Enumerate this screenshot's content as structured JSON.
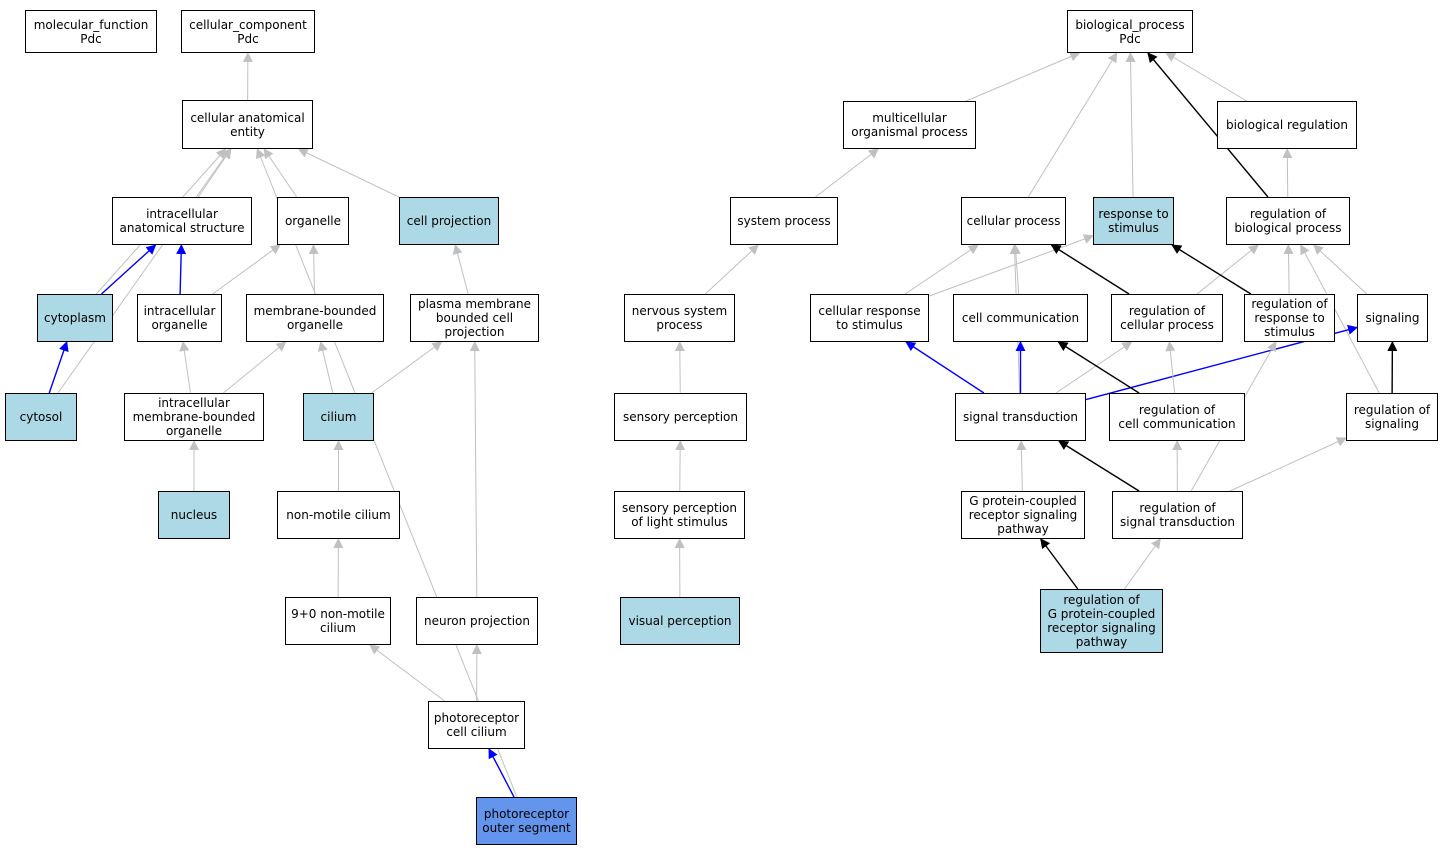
{
  "colors": {
    "plain": "#ffffff",
    "highlighted": "#add8e6",
    "focus": "#6495ed",
    "edge_gray": "#c0c0c0",
    "edge_black": "#000000",
    "edge_blue": "#0000ff"
  },
  "nodes": [
    {
      "id": "molecular_function",
      "label": "molecular_function\nPdc",
      "fill": "plain"
    },
    {
      "id": "cellular_component",
      "label": "cellular_component\nPdc",
      "fill": "plain"
    },
    {
      "id": "biological_process",
      "label": "biological_process\nPdc",
      "fill": "plain"
    },
    {
      "id": "cellular_anatomical_entity",
      "label": "cellular anatomical\nentity",
      "fill": "plain"
    },
    {
      "id": "multicellular_organismal_process",
      "label": "multicellular\norganismal process",
      "fill": "plain"
    },
    {
      "id": "biological_regulation",
      "label": "biological regulation",
      "fill": "plain"
    },
    {
      "id": "intracellular_anatomical_structure",
      "label": "intracellular\nanatomical structure",
      "fill": "plain"
    },
    {
      "id": "organelle",
      "label": "organelle",
      "fill": "plain"
    },
    {
      "id": "cell_projection",
      "label": "cell projection",
      "fill": "highlighted"
    },
    {
      "id": "system_process",
      "label": "system process",
      "fill": "plain"
    },
    {
      "id": "cellular_process",
      "label": "cellular process",
      "fill": "plain"
    },
    {
      "id": "response_to_stimulus",
      "label": "response to\nstimulus",
      "fill": "highlighted"
    },
    {
      "id": "regulation_of_biological_process",
      "label": "regulation of\nbiological process",
      "fill": "plain"
    },
    {
      "id": "cytoplasm",
      "label": "cytoplasm",
      "fill": "highlighted"
    },
    {
      "id": "intracellular_organelle",
      "label": "intracellular\norganelle",
      "fill": "plain"
    },
    {
      "id": "membrane_bounded_organelle",
      "label": "membrane-bounded\norganelle",
      "fill": "plain"
    },
    {
      "id": "plasma_membrane_bounded_cell_projection",
      "label": "plasma membrane\nbounded cell\nprojection",
      "fill": "plain"
    },
    {
      "id": "nervous_system_process",
      "label": "nervous system\nprocess",
      "fill": "plain"
    },
    {
      "id": "cellular_response_to_stimulus",
      "label": "cellular response\nto stimulus",
      "fill": "plain"
    },
    {
      "id": "cell_communication",
      "label": "cell communication",
      "fill": "plain"
    },
    {
      "id": "regulation_of_cellular_process",
      "label": "regulation of\ncellular process",
      "fill": "plain"
    },
    {
      "id": "regulation_of_response_to_stimulus",
      "label": "regulation of\nresponse to\nstimulus",
      "fill": "plain"
    },
    {
      "id": "signaling",
      "label": "signaling",
      "fill": "plain"
    },
    {
      "id": "cytosol",
      "label": "cytosol",
      "fill": "highlighted"
    },
    {
      "id": "intracellular_membrane_bounded_organelle",
      "label": "intracellular\nmembrane-bounded\norganelle",
      "fill": "plain"
    },
    {
      "id": "cilium",
      "label": "cilium",
      "fill": "highlighted"
    },
    {
      "id": "sensory_perception",
      "label": "sensory perception",
      "fill": "plain"
    },
    {
      "id": "signal_transduction",
      "label": "signal transduction",
      "fill": "plain"
    },
    {
      "id": "regulation_of_cell_communication",
      "label": "regulation of\ncell communication",
      "fill": "plain"
    },
    {
      "id": "regulation_of_signaling",
      "label": "regulation of\nsignaling",
      "fill": "plain"
    },
    {
      "id": "nucleus",
      "label": "nucleus",
      "fill": "highlighted"
    },
    {
      "id": "non_motile_cilium",
      "label": "non-motile cilium",
      "fill": "plain"
    },
    {
      "id": "sensory_perception_of_light_stimulus",
      "label": "sensory perception\nof light stimulus",
      "fill": "plain"
    },
    {
      "id": "gpcr_signaling_pathway",
      "label": "G protein-coupled\nreceptor signaling\npathway",
      "fill": "plain"
    },
    {
      "id": "regulation_of_signal_transduction",
      "label": "regulation of\nsignal transduction",
      "fill": "plain"
    },
    {
      "id": "nine_plus_zero_non_motile_cilium",
      "label": "9+0 non-motile\ncilium",
      "fill": "plain"
    },
    {
      "id": "neuron_projection",
      "label": "neuron projection",
      "fill": "plain"
    },
    {
      "id": "visual_perception",
      "label": "visual perception",
      "fill": "highlighted"
    },
    {
      "id": "regulation_of_gpcr_signaling_pathway",
      "label": "regulation of\nG protein-coupled\nreceptor signaling\npathway",
      "fill": "highlighted"
    },
    {
      "id": "photoreceptor_cell_cilium",
      "label": "photoreceptor\ncell cilium",
      "fill": "plain"
    },
    {
      "id": "photoreceptor_outer_segment",
      "label": "photoreceptor\nouter segment",
      "fill": "focus"
    }
  ],
  "edges": [
    {
      "from": "cellular_anatomical_entity",
      "to": "cellular_component",
      "color": "edge_gray"
    },
    {
      "from": "intracellular_anatomical_structure",
      "to": "cellular_anatomical_entity",
      "color": "edge_gray"
    },
    {
      "from": "organelle",
      "to": "cellular_anatomical_entity",
      "color": "edge_gray"
    },
    {
      "from": "cell_projection",
      "to": "cellular_anatomical_entity",
      "color": "edge_gray"
    },
    {
      "from": "cytoplasm",
      "to": "cellular_anatomical_entity",
      "color": "edge_gray"
    },
    {
      "from": "cytosol",
      "to": "cellular_anatomical_entity",
      "color": "edge_gray"
    },
    {
      "from": "photoreceptor_outer_segment",
      "to": "cellular_anatomical_entity",
      "color": "edge_gray"
    },
    {
      "from": "cytoplasm",
      "to": "intracellular_anatomical_structure",
      "color": "edge_blue"
    },
    {
      "from": "intracellular_organelle",
      "to": "intracellular_anatomical_structure",
      "color": "edge_blue"
    },
    {
      "from": "intracellular_organelle",
      "to": "organelle",
      "color": "edge_gray"
    },
    {
      "from": "membrane_bounded_organelle",
      "to": "organelle",
      "color": "edge_gray"
    },
    {
      "from": "cytosol",
      "to": "cytoplasm",
      "color": "edge_blue"
    },
    {
      "from": "intracellular_membrane_bounded_organelle",
      "to": "intracellular_organelle",
      "color": "edge_gray"
    },
    {
      "from": "intracellular_membrane_bounded_organelle",
      "to": "membrane_bounded_organelle",
      "color": "edge_gray"
    },
    {
      "from": "cilium",
      "to": "membrane_bounded_organelle",
      "color": "edge_gray"
    },
    {
      "from": "cilium",
      "to": "plasma_membrane_bounded_cell_projection",
      "color": "edge_gray"
    },
    {
      "from": "plasma_membrane_bounded_cell_projection",
      "to": "cell_projection",
      "color": "edge_gray"
    },
    {
      "from": "nucleus",
      "to": "intracellular_membrane_bounded_organelle",
      "color": "edge_gray"
    },
    {
      "from": "non_motile_cilium",
      "to": "cilium",
      "color": "edge_gray"
    },
    {
      "from": "nine_plus_zero_non_motile_cilium",
      "to": "non_motile_cilium",
      "color": "edge_gray"
    },
    {
      "from": "neuron_projection",
      "to": "plasma_membrane_bounded_cell_projection",
      "color": "edge_gray"
    },
    {
      "from": "photoreceptor_cell_cilium",
      "to": "nine_plus_zero_non_motile_cilium",
      "color": "edge_gray"
    },
    {
      "from": "photoreceptor_cell_cilium",
      "to": "neuron_projection",
      "color": "edge_gray"
    },
    {
      "from": "photoreceptor_outer_segment",
      "to": "photoreceptor_cell_cilium",
      "color": "edge_blue"
    },
    {
      "from": "multicellular_organismal_process",
      "to": "biological_process",
      "color": "edge_gray"
    },
    {
      "from": "cellular_process",
      "to": "biological_process",
      "color": "edge_gray"
    },
    {
      "from": "response_to_stimulus",
      "to": "biological_process",
      "color": "edge_gray"
    },
    {
      "from": "regulation_of_biological_process",
      "to": "biological_process",
      "color": "edge_black"
    },
    {
      "from": "biological_regulation",
      "to": "biological_process",
      "color": "edge_gray"
    },
    {
      "from": "regulation_of_biological_process",
      "to": "biological_regulation",
      "color": "edge_gray"
    },
    {
      "from": "system_process",
      "to": "multicellular_organismal_process",
      "color": "edge_gray"
    },
    {
      "from": "nervous_system_process",
      "to": "system_process",
      "color": "edge_gray"
    },
    {
      "from": "sensory_perception",
      "to": "nervous_system_process",
      "color": "edge_gray"
    },
    {
      "from": "sensory_perception_of_light_stimulus",
      "to": "sensory_perception",
      "color": "edge_gray"
    },
    {
      "from": "visual_perception",
      "to": "sensory_perception_of_light_stimulus",
      "color": "edge_gray"
    },
    {
      "from": "cellular_response_to_stimulus",
      "to": "cellular_process",
      "color": "edge_gray"
    },
    {
      "from": "cellular_response_to_stimulus",
      "to": "response_to_stimulus",
      "color": "edge_gray"
    },
    {
      "from": "cell_communication",
      "to": "cellular_process",
      "color": "edge_gray"
    },
    {
      "from": "regulation_of_cellular_process",
      "to": "cellular_process",
      "color": "edge_black"
    },
    {
      "from": "regulation_of_cellular_process",
      "to": "regulation_of_biological_process",
      "color": "edge_gray"
    },
    {
      "from": "regulation_of_response_to_stimulus",
      "to": "response_to_stimulus",
      "color": "edge_black"
    },
    {
      "from": "regulation_of_response_to_stimulus",
      "to": "regulation_of_biological_process",
      "color": "edge_gray"
    },
    {
      "from": "signaling",
      "to": "regulation_of_biological_process",
      "color": "edge_gray"
    },
    {
      "from": "regulation_of_signaling",
      "to": "regulation_of_biological_process",
      "color": "edge_gray"
    },
    {
      "from": "signal_transduction",
      "to": "cellular_process",
      "color": "edge_gray"
    },
    {
      "from": "signal_transduction",
      "to": "cellular_response_to_stimulus",
      "color": "edge_blue"
    },
    {
      "from": "signal_transduction",
      "to": "cell_communication",
      "color": "edge_blue"
    },
    {
      "from": "signal_transduction",
      "to": "regulation_of_cellular_process",
      "color": "edge_gray"
    },
    {
      "from": "signal_transduction",
      "to": "signaling",
      "color": "edge_blue"
    },
    {
      "from": "regulation_of_cell_communication",
      "to": "cell_communication",
      "color": "edge_black"
    },
    {
      "from": "regulation_of_cell_communication",
      "to": "regulation_of_cellular_process",
      "color": "edge_gray"
    },
    {
      "from": "regulation_of_signaling",
      "to": "signaling",
      "color": "edge_black"
    },
    {
      "from": "gpcr_signaling_pathway",
      "to": "signal_transduction",
      "color": "edge_gray"
    },
    {
      "from": "regulation_of_signal_transduction",
      "to": "signal_transduction",
      "color": "edge_black"
    },
    {
      "from": "regulation_of_signal_transduction",
      "to": "regulation_of_cell_communication",
      "color": "edge_gray"
    },
    {
      "from": "regulation_of_signal_transduction",
      "to": "regulation_of_signaling",
      "color": "edge_gray"
    },
    {
      "from": "regulation_of_signal_transduction",
      "to": "regulation_of_response_to_stimulus",
      "color": "edge_gray"
    },
    {
      "from": "regulation_of_gpcr_signaling_pathway",
      "to": "gpcr_signaling_pathway",
      "color": "edge_black"
    },
    {
      "from": "regulation_of_gpcr_signaling_pathway",
      "to": "regulation_of_signal_transduction",
      "color": "edge_gray"
    }
  ]
}
